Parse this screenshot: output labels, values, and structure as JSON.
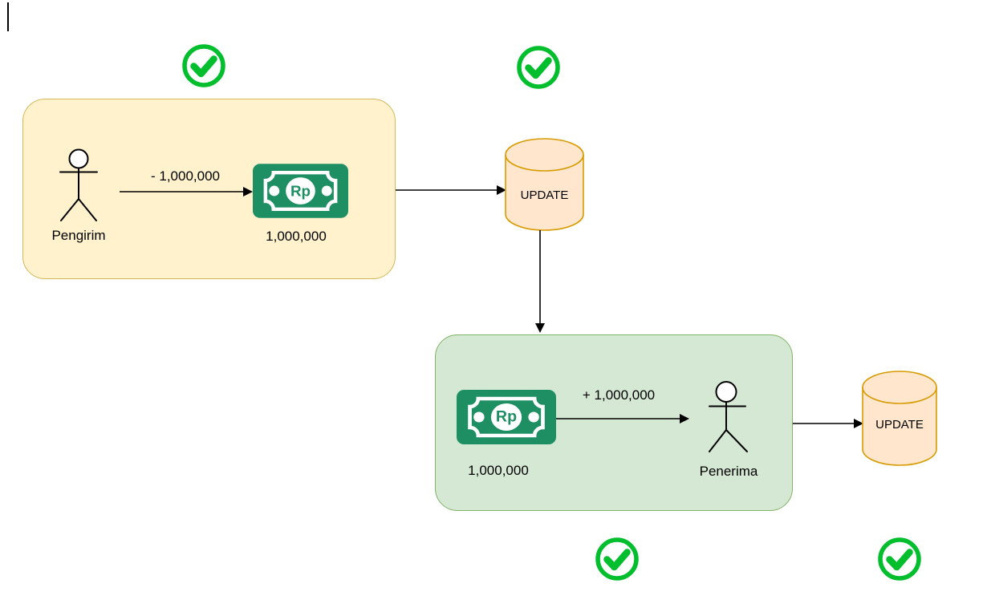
{
  "sender_section": {
    "actor_label": "Pengirim",
    "transfer_delta": "- 1,000,000",
    "wallet_amount": "1,000,000",
    "currency_symbol": "Rp",
    "db_label": "UPDATE"
  },
  "receiver_section": {
    "actor_label": "Penerima",
    "transfer_delta": "+ 1,000,000",
    "wallet_amount": "1,000,000",
    "currency_symbol": "Rp",
    "db_label": "UPDATE"
  },
  "icons": {
    "success": "check-circle-icon",
    "database": "database-cylinder",
    "money": "banknote-rp-icon",
    "actor": "stick-figure-icon"
  },
  "colors": {
    "sender_box_fill": "#FFF2CC",
    "sender_box_stroke": "#D6B656",
    "receiver_box_fill": "#D5E8D4",
    "receiver_box_stroke": "#82B366",
    "db_fill": "#FFE6CC",
    "db_stroke": "#D79B00",
    "money_green": "#1E8E63",
    "check_green": "#00BE2C",
    "line": "#000000"
  }
}
